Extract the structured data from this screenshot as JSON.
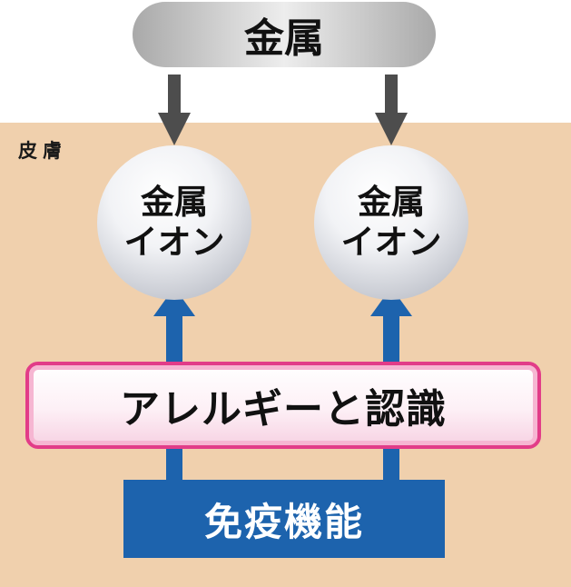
{
  "labels": {
    "metal": "金属",
    "skin": "皮膚",
    "ion_line1": "金属",
    "ion_line2": "イオン",
    "allergy": "アレルギーと認識",
    "immune": "免疫機能"
  },
  "colors": {
    "skin": "#f0d0ad",
    "down_arrow": "#4d4d4d",
    "up_arrow": "#1d63ad",
    "allergy_border": "#e23c88",
    "immune_box": "#1d63ad"
  }
}
